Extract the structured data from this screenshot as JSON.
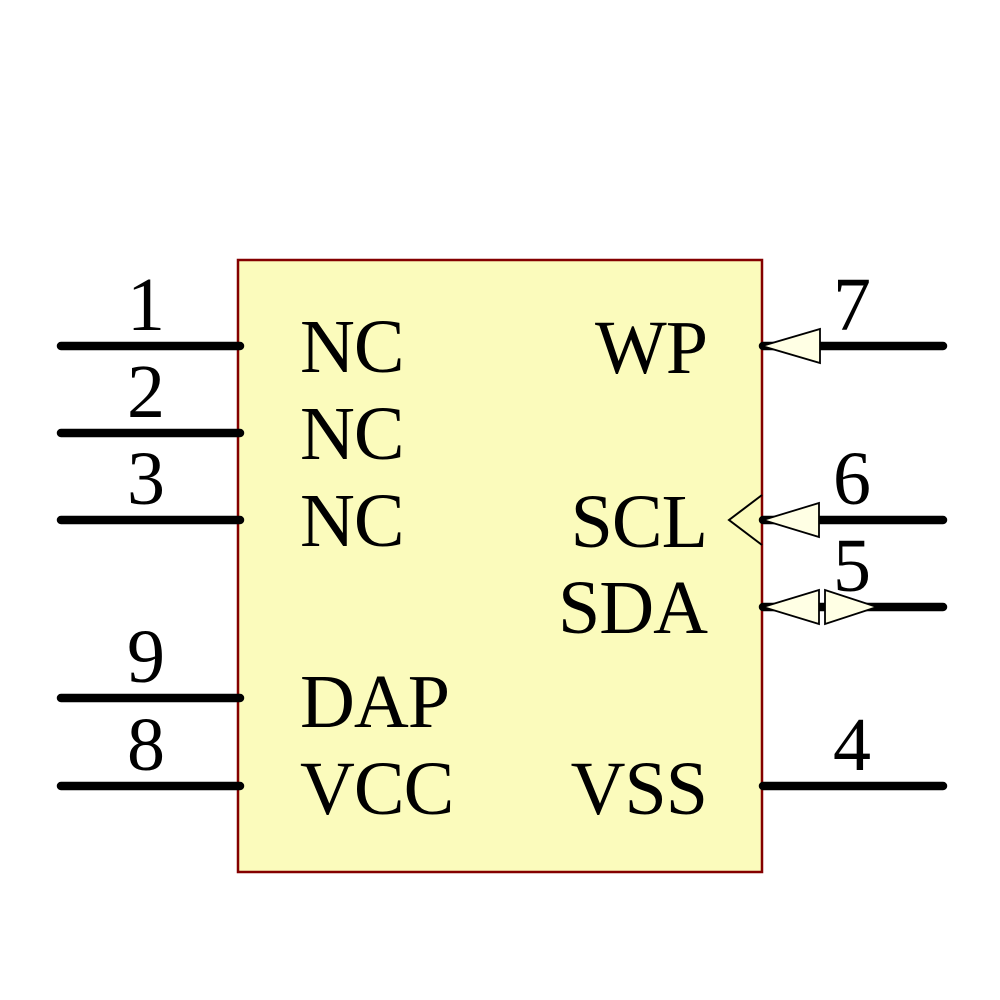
{
  "diagram": {
    "colors": {
      "body_fill": "#FBFBBC",
      "body_outline": "#840000",
      "arrow_fill": "#FFFFE4",
      "wire_color": "#000000"
    },
    "pins_left": [
      {
        "number": "1",
        "name": "NC"
      },
      {
        "number": "2",
        "name": "NC"
      },
      {
        "number": "3",
        "name": "NC"
      },
      {
        "number": "9",
        "name": "DAP"
      },
      {
        "number": "8",
        "name": "VCC"
      }
    ],
    "pins_right": [
      {
        "number": "7",
        "name": "WP",
        "direction": "input"
      },
      {
        "number": "6",
        "name": "SCL",
        "direction": "clock-input"
      },
      {
        "number": "5",
        "name": "SDA",
        "direction": "bidirectional"
      },
      {
        "number": "4",
        "name": "VSS",
        "direction": "plain"
      }
    ]
  }
}
